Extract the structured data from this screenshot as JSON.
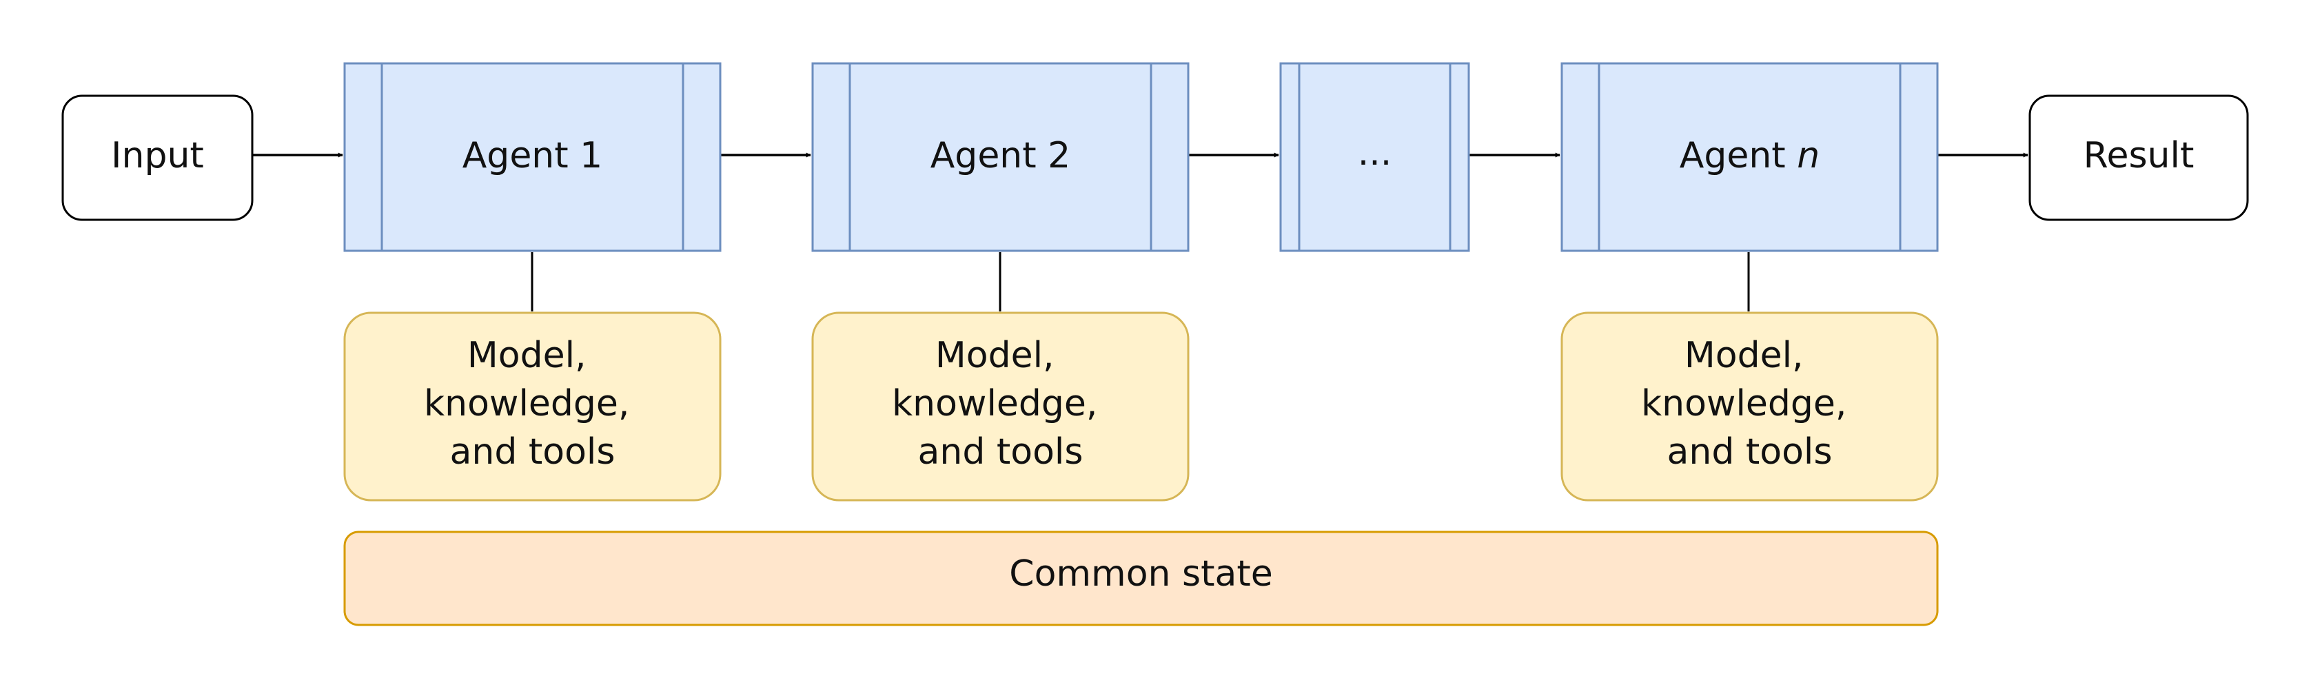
{
  "flow": {
    "input": {
      "label": "Input"
    },
    "agents": [
      {
        "label": "Agent 1",
        "suffix": ""
      },
      {
        "label": "Agent 2",
        "suffix": ""
      },
      {
        "label": "...",
        "suffix": ""
      },
      {
        "label": "Agent ",
        "suffix": "n"
      }
    ],
    "result": {
      "label": "Result"
    }
  },
  "resources": [
    {
      "lines": [
        "Model,",
        "knowledge,",
        "and tools"
      ]
    },
    {
      "lines": [
        "Model,",
        "knowledge,",
        "and tools"
      ]
    },
    {
      "lines": [
        "Model,",
        "knowledge,",
        "and tools"
      ]
    }
  ],
  "common_state": {
    "label": "Common state"
  },
  "colors": {
    "agent_fill": "#dae8fc",
    "agent_stroke": "#6c8ebf",
    "resource_fill": "#fff2cc",
    "resource_stroke": "#d6b656",
    "state_fill": "#ffe6cc",
    "state_stroke": "#d79b00",
    "io_fill": "#ffffff",
    "io_stroke": "#000000",
    "edge": "#000000"
  }
}
